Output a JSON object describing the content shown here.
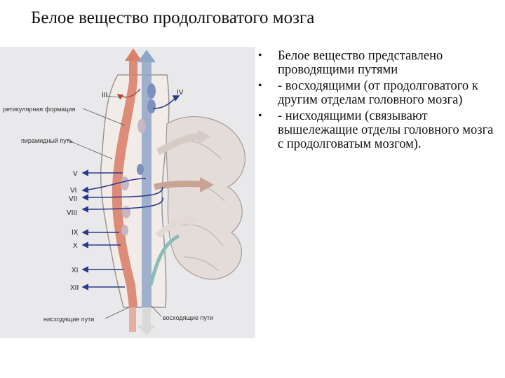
{
  "slide": {
    "title": "Белое вещество продолговатого мозга"
  },
  "figure": {
    "labels": {
      "reticular": "ретикулярная формация",
      "pyramidal": "пирамидный путь",
      "descending": "нисходящие пути",
      "ascending": "восходящие пути"
    },
    "nerves": [
      "III",
      "IV",
      "V",
      "VI",
      "VII",
      "VIII",
      "IX",
      "X",
      "XI",
      "XII"
    ],
    "colors": {
      "descending": "#d9826b",
      "ascending": "#8fa6c7",
      "nerve_arrows": "#2d3a8c",
      "cerebellum": "#e4dcd8"
    }
  },
  "bullets": [
    "Белое вещество представлено проводящими путями",
    " - восходящими (от продолговатого к другим отделам головного мозга)",
    " - нисходящими (связывают вышележащие отделы головного мозга с продолговатым мозгом)."
  ]
}
